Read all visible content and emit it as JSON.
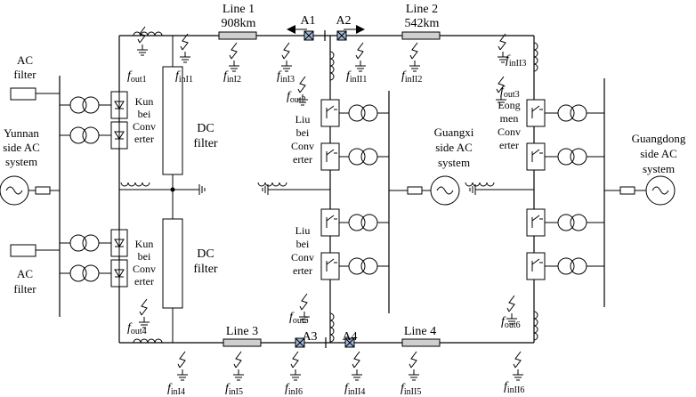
{
  "lines": {
    "line1_label": "Line 1",
    "line1_length": "908km",
    "line2_label": "Line 2",
    "line2_length": "542km",
    "line3_label": "Line 3",
    "line4_label": "Line 4"
  },
  "points": {
    "a1": "A1",
    "a2": "A2",
    "a3": "A3",
    "a4": "A4"
  },
  "faults": {
    "out1": "out1",
    "out2": "out2",
    "out3": "out3",
    "out4": "out4",
    "out5": "out5",
    "out6": "out6",
    "inI1": "inI1",
    "inI2": "inI2",
    "inI3": "inI3",
    "inI4": "inI4",
    "inI5": "inI5",
    "inI6": "inI6",
    "inII1": "inII1",
    "inII2": "inII2",
    "inII3": "inII3",
    "inII4": "inII4",
    "inII5": "inII5",
    "inII6": "inII6"
  },
  "fault_prefix": "f",
  "yunnan": {
    "filter_top_1": "AC",
    "filter_top_2": "filter",
    "system_1": "Yunnan",
    "system_2": "side AC",
    "system_3": "system",
    "filter_bottom_1": "AC",
    "filter_bottom_2": "filter"
  },
  "kunbei": {
    "l1": "Kun",
    "l2": "bei",
    "l3": "Conv",
    "l4": "erter"
  },
  "dc_filter": {
    "l1": "DC",
    "l2": "filter"
  },
  "liubei": {
    "l1": "Liu",
    "l2": "bei",
    "l3": "Conv",
    "l4": "erter"
  },
  "guangxi": {
    "l1": "Guangxi",
    "l2": "side AC",
    "l3": "system"
  },
  "longmen": {
    "l1": "Long",
    "l2": "men",
    "l3": "Conv",
    "l4": "erter"
  },
  "guangdong": {
    "l1": "Guangdong",
    "l2": "side AC",
    "l3": "system"
  }
}
